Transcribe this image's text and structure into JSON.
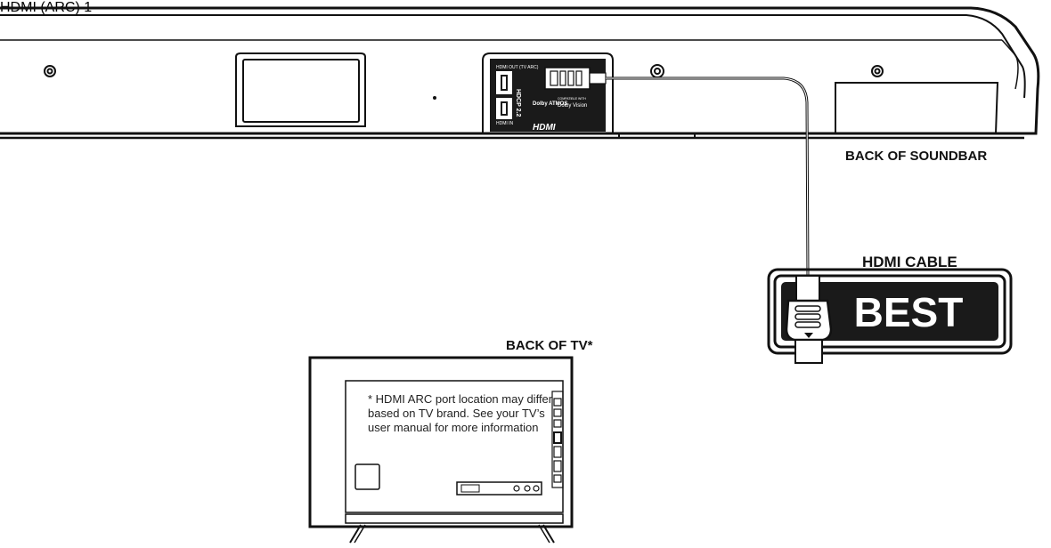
{
  "labels": {
    "soundbar": "BACK OF SOUNDBAR",
    "hdmi_cable": "HDMI CABLE",
    "best_badge": "BEST",
    "tv": "BACK OF TV*",
    "tv_note": "* HDMI ARC port location may differ based on TV brand. See your TV’s user manual for more information"
  },
  "soundbar_panel": {
    "hdmi_out": "HDMI OUT (TV ARC)",
    "hdmi_in": "HDMI IN",
    "hdcp": "HDCP 2.2",
    "dolby_atmos": "Dolby ATMOS",
    "dolby_vision": "Dolby Vision",
    "compatible_with": "COMPATIBLE WITH",
    "hdmi_logo": "HDMI"
  },
  "zoom_port": {
    "logo": "HDMI",
    "arc": "(ARC)",
    "number": "1"
  },
  "colors": {
    "line": "#111111",
    "panel": "#1a1a1a",
    "white": "#ffffff"
  }
}
